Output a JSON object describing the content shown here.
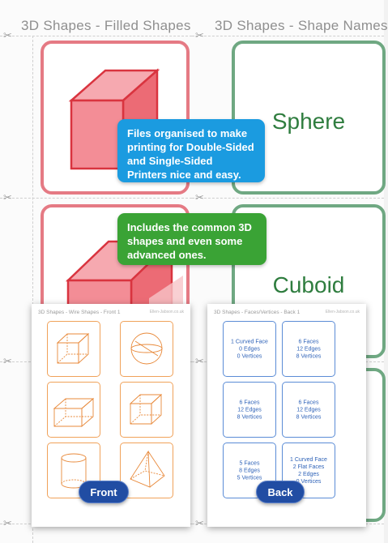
{
  "sheets": {
    "left": {
      "title": "3D Shapes - Filled Shapes"
    },
    "right": {
      "title": "3D Shapes - Shape Names"
    }
  },
  "right_cards": {
    "card1_word": "Sphere",
    "card2_word": "Cuboid"
  },
  "callouts": {
    "blue": "Files organised to make printing for Double-Sided and Single-Sided Printers nice and easy.",
    "green": "Includes the common 3D shapes and even some advanced ones."
  },
  "previews": {
    "front": {
      "title": "3D Shapes - Wire Shapes - Front 1",
      "logo": "Ellen-Jabson.co.uk",
      "button": "Front",
      "shapes": [
        "cube-wire-icon",
        "sphere-wire-icon",
        "cuboid-wire-icon",
        "cube-wire-icon",
        "cylinder-wire-icon",
        "pyramid-wire-icon"
      ]
    },
    "back": {
      "title": "3D Shapes - Faces/Vertices - Back 1",
      "logo": "Ellen-Jabson.co.uk",
      "button": "Back",
      "cards": [
        [
          "1 Curved Face",
          "0 Edges",
          "0 Vertices"
        ],
        [
          "6 Faces",
          "12 Edges",
          "8 Vertices"
        ],
        [
          "6 Faces",
          "12 Edges",
          "8 Vertices"
        ],
        [
          "6 Faces",
          "12 Edges",
          "8 Vertices"
        ],
        [
          "5 Faces",
          "8 Edges",
          "5 Vertices"
        ],
        [
          "1 Curved Face",
          "2 Flat Faces",
          "2 Edges",
          "0 Vertices"
        ]
      ]
    }
  },
  "colors": {
    "red_card": "#e57a84",
    "green_card": "#6fa882",
    "blue_callout": "#1b9be0",
    "green_callout": "#3aa335",
    "pill": "#214da3"
  }
}
